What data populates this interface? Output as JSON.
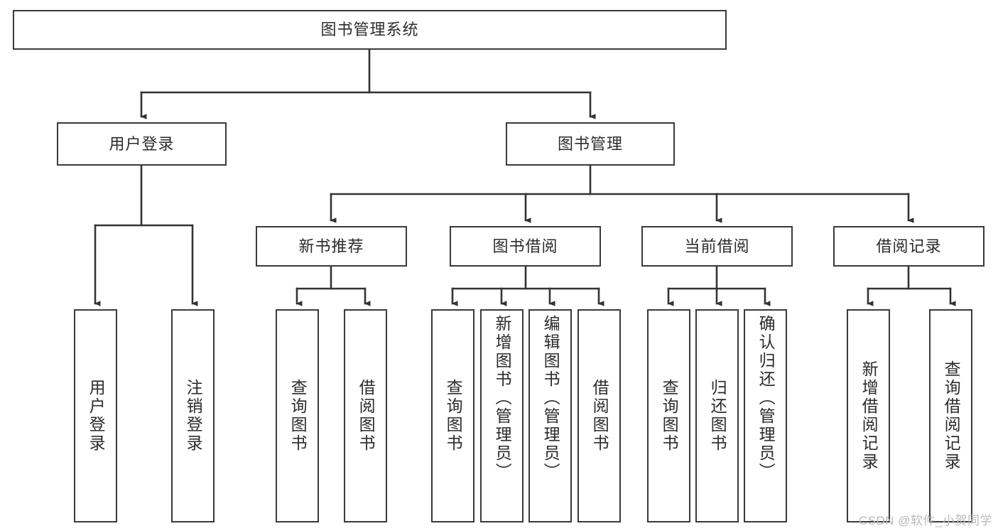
{
  "diagram": {
    "type": "tree",
    "title": "图书管理系统",
    "watermark": "CSDN @软件_小贺同学",
    "colors": {
      "box_border": "#3a3a3a",
      "box_fill": "#ffffff",
      "connector": "#333333",
      "text": "#2b2b2b",
      "watermark": "#b9b9b9",
      "background": "#ffffff"
    },
    "levels": [
      {
        "level": 1,
        "nodes": [
          "图书管理系统"
        ]
      },
      {
        "level": 2,
        "nodes": [
          "用户登录",
          "图书管理"
        ]
      },
      {
        "level": 3,
        "nodes": [
          "新书推荐",
          "图书借阅",
          "当前借阅",
          "借阅记录"
        ]
      },
      {
        "level": 4,
        "nodes": [
          "用户登录",
          "注销登录",
          "查询图书",
          "借阅图书",
          "查询图书",
          "新增图书（管理员）",
          "编辑图书（管理员）",
          "借阅图书",
          "查询图书",
          "归还图书",
          "确认归还（管理员）",
          "新增借阅记录",
          "查询借阅记录"
        ]
      }
    ],
    "root": {
      "label": "图书管理系统",
      "children": [
        {
          "label": "用户登录",
          "children": [
            {
              "label": "用户登录"
            },
            {
              "label": "注销登录"
            }
          ]
        },
        {
          "label": "图书管理",
          "children": [
            {
              "label": "新书推荐",
              "children": [
                {
                  "label": "查询图书"
                },
                {
                  "label": "借阅图书"
                }
              ]
            },
            {
              "label": "图书借阅",
              "children": [
                {
                  "label": "查询图书"
                },
                {
                  "label": "新增图书（管理员）"
                },
                {
                  "label": "编辑图书（管理员）"
                },
                {
                  "label": "借阅图书"
                }
              ]
            },
            {
              "label": "当前借阅",
              "children": [
                {
                  "label": "查询图书"
                },
                {
                  "label": "归还图书"
                },
                {
                  "label": "确认归还（管理员）"
                }
              ]
            },
            {
              "label": "借阅记录",
              "children": [
                {
                  "label": "新增借阅记录"
                },
                {
                  "label": "查询借阅记录"
                }
              ]
            }
          ]
        }
      ]
    },
    "nodes": {
      "root": "图书管理系统",
      "user_login": "用户登录",
      "book_manage": "图书管理",
      "new_book_rec": "新书推荐",
      "book_borrow": "图书借阅",
      "current_borrow": "当前借阅",
      "borrow_record": "借阅记录",
      "leaf_user_login": "用户登录",
      "leaf_user_logout": "注销登录",
      "leaf_rec_query": "查询图书",
      "leaf_rec_borrow": "借阅图书",
      "leaf_bb_query": "查询图书",
      "leaf_bb_add": "新增图书（管理员）",
      "leaf_bb_edit": "编辑图书（管理员）",
      "leaf_bb_borrow": "借阅图书",
      "leaf_cb_query": "查询图书",
      "leaf_cb_return": "归还图书",
      "leaf_cb_confirm": "确认归还（管理员）",
      "leaf_br_add": "新增借阅记录",
      "leaf_br_query": "查询借阅记录"
    }
  }
}
